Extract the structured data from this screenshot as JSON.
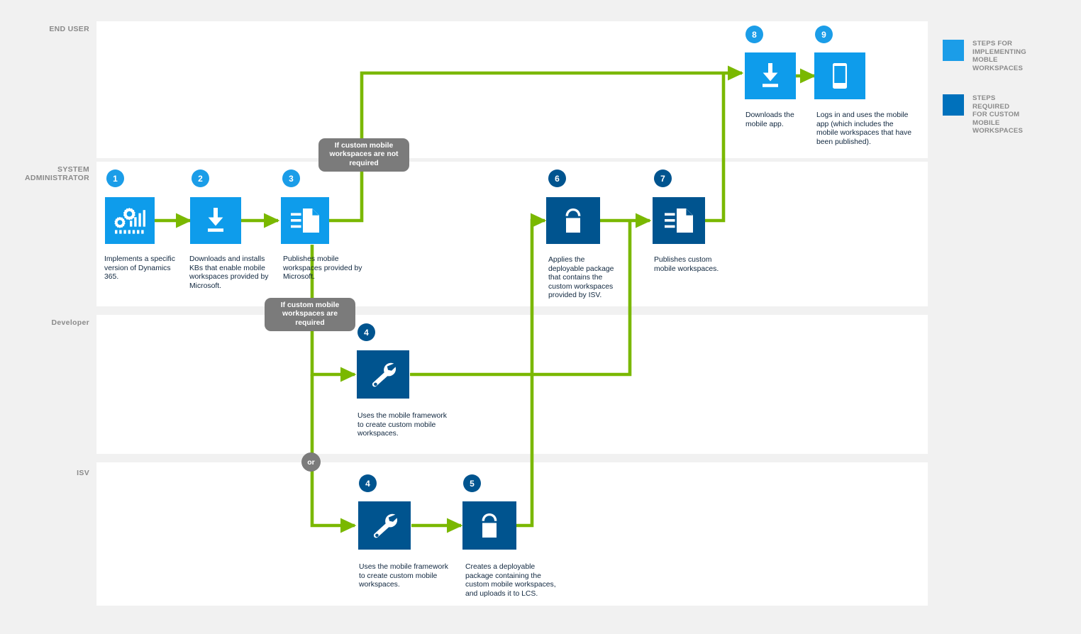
{
  "theme": {
    "background": "#f1f1f1",
    "lane_fill": "#ffffff",
    "accent_light_blue": "#0e9ceb",
    "accent_dark_blue": "#00548f",
    "connector_green": "#7ab800",
    "callout_gray": "#7b7b7b",
    "caption_color": "#10273f",
    "lane_label_color": "#8a8a8a"
  },
  "lanes": [
    {
      "id": "end-user",
      "label": "END USER"
    },
    {
      "id": "system-administrator",
      "label": "SYSTEM\nADMINISTRATOR"
    },
    {
      "id": "developer",
      "label": "Developer"
    },
    {
      "id": "isv",
      "label": "ISV"
    }
  ],
  "steps": [
    {
      "number": "1",
      "lane": "system-administrator",
      "style": "light",
      "icon": "gears-bar-chart-icon",
      "caption": "Implements a specific version of Dynamics 365."
    },
    {
      "number": "2",
      "lane": "system-administrator",
      "style": "light",
      "icon": "download-icon",
      "caption": "Downloads and installs KBs that enable mobile workspaces provided by Microsoft."
    },
    {
      "number": "3",
      "lane": "system-administrator",
      "style": "light",
      "icon": "publish-document-icon",
      "caption": "Publishes mobile workspaces provided by Microsoft."
    },
    {
      "number": "4",
      "lane": "developer",
      "style": "dark",
      "icon": "wrench-icon",
      "caption": "Uses the mobile framework to create custom mobile workspaces."
    },
    {
      "number": "4",
      "lane": "isv",
      "style": "dark",
      "icon": "wrench-icon",
      "caption": "Uses the mobile framework to create custom mobile workspaces."
    },
    {
      "number": "5",
      "lane": "isv",
      "style": "dark",
      "icon": "package-bag-icon",
      "caption": "Creates a deployable package containing the custom mobile workspaces, and uploads it to LCS."
    },
    {
      "number": "6",
      "lane": "system-administrator",
      "style": "dark",
      "icon": "package-bag-icon",
      "caption": "Applies the deployable package that contains the custom workspaces provided by ISV."
    },
    {
      "number": "7",
      "lane": "system-administrator",
      "style": "dark",
      "icon": "publish-document-icon",
      "caption": "Publishes custom mobile workspaces."
    },
    {
      "number": "8",
      "lane": "end-user",
      "style": "light",
      "icon": "download-icon",
      "caption": "Downloads the mobile app."
    },
    {
      "number": "9",
      "lane": "end-user",
      "style": "light",
      "icon": "phone-icon",
      "caption": "Logs in and uses the mobile app (which includes the mobile workspaces that have been published)."
    }
  ],
  "callouts": {
    "not_required": "If custom mobile workspaces are not required",
    "required": "If custom mobile workspaces are required",
    "or": "or"
  },
  "legend": {
    "items": [
      {
        "swatch": "light",
        "label": "STEPS FOR IMPLEMENTING MOBLE WORKSPACES"
      },
      {
        "swatch": "dark",
        "label": "STEPS REQUIRED FOR CUSTOM MOBILE WORKSPACES"
      }
    ]
  }
}
